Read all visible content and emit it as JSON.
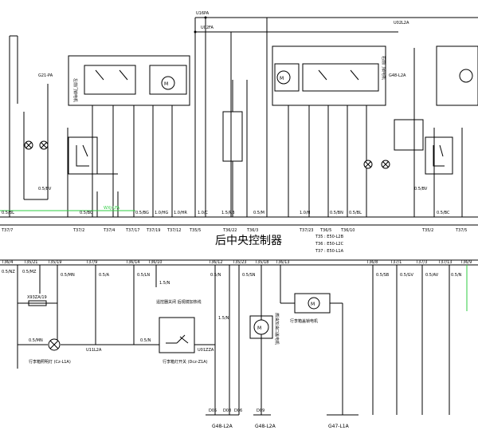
{
  "controller": {
    "title": "后中央控制器",
    "codes": [
      "T35 : E50-L2B",
      "T36 : E50-L2C",
      "T37 : E50-L1A"
    ]
  },
  "top_wires": [
    "U16PA",
    "U02FA",
    "U02L2A",
    "G21-PA",
    "G48-L2A"
  ],
  "connectors_mid": [
    "T37/7",
    "T37/2",
    "T37/4",
    "T37/17",
    "T37/19",
    "T37/12",
    "T35/5",
    "T36/22",
    "T36/3",
    "T37/23",
    "T36/5",
    "T36/10",
    "T35/2",
    "T37/5"
  ],
  "wire_labels_mid": [
    "0.5/BL",
    "0.5/BV",
    "0.5/BC",
    "0.5/BG",
    "1.0/HG",
    "1.0/HR",
    "1.0/C",
    "1.5/RB",
    "0.5/M",
    "1.0/H",
    "0.5/BN",
    "0.5/BL",
    "0.5/BC",
    "0.5/BV"
  ],
  "connectors_lower": [
    "T36/4",
    "T35/21",
    "T35/19",
    "T37/9",
    "T36/14",
    "T36/10",
    "T36/12",
    "T35/23",
    "T35/18",
    "T36/13",
    "T36/8",
    "T37/1",
    "T37/3",
    "T37/13",
    "T36/9"
  ],
  "wire_labels_lower": [
    "0.5/NZ",
    "0.5/MZ",
    "0.5/MN",
    "0.5/A",
    "0.5/LN",
    "1.5/N",
    "0.5/N",
    "0.5/SN",
    "0.5/SB",
    "0.5/GV",
    "0.5/AV",
    "0.5/N",
    "0.5/MN",
    "0.5/N",
    "1.5/N"
  ],
  "lower_codes": [
    "X93ZA/19",
    "U11L2A",
    "U01ZZA",
    "D05",
    "D08",
    "D06",
    "D09"
  ],
  "grounds": [
    "G48-L2A",
    "G48-L2A",
    "G47-L1A"
  ],
  "components": {
    "lamp1": "行李箱照明灯 (Cz-L1A)",
    "switch1": "行李箱灯开关 (Dcz-Z1A)",
    "note1": "遥控器关闭 后视镜加热线",
    "motor_vert": "燃油加油口盖电机",
    "motor_box": "行李箱盖锁电机"
  }
}
